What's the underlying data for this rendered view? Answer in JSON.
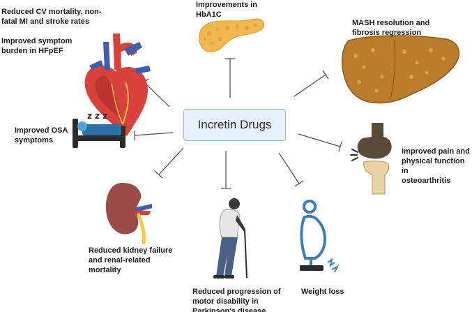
{
  "center": {
    "label": "Incretin Drugs"
  },
  "outcomes": {
    "cv": "Reduced CV mortality, non-\nfatal MI and stroke rates",
    "hfpef": "Improved symptom\nburden in HFpEF",
    "hba1c": "Improvements in\nHbA1C",
    "mash": "MASH resolution and\nfibrosis regression",
    "osa": "Improved OSA\nsymptoms",
    "oa": "Improved pain and\nphysical function in\nosteoarthritis",
    "kidney": "Reduced kidney failure\nand renal-related\nmortality",
    "parkinsons": "Reduced progression of\nmotor disability in\nParkinson's disease",
    "weight": "Weight loss"
  },
  "sleep_glyph": "z z z",
  "colors": {
    "box_fill": "#e6f1fb",
    "box_border": "#8fb6dc",
    "arrow": "#4a4a4a",
    "heart_red": "#d9423b",
    "liver": "#b97d2c",
    "pancreas": "#f0b84f",
    "kidney": "#9b4b45",
    "bed": "#2f6fa8",
    "body_blue": "#3c7dbe"
  }
}
